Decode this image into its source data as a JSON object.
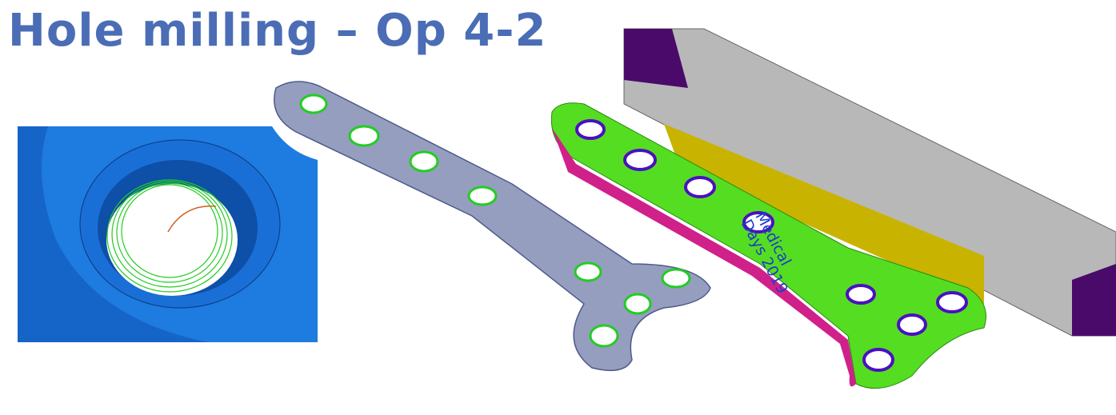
{
  "slide": {
    "title": "Hole milling – Op 4-2",
    "engraving": {
      "line1": "Medical",
      "line2": "Days 2019"
    },
    "colors": {
      "title": "#4a6db5",
      "part_blue": "#1e7be0",
      "toolpath": "#22cc22",
      "plate_green": "#55dd22",
      "fixture_grey": "#b8b8b8",
      "fixture_yellow": "#c8b400",
      "fixture_purple": "#4a0a6a"
    }
  }
}
